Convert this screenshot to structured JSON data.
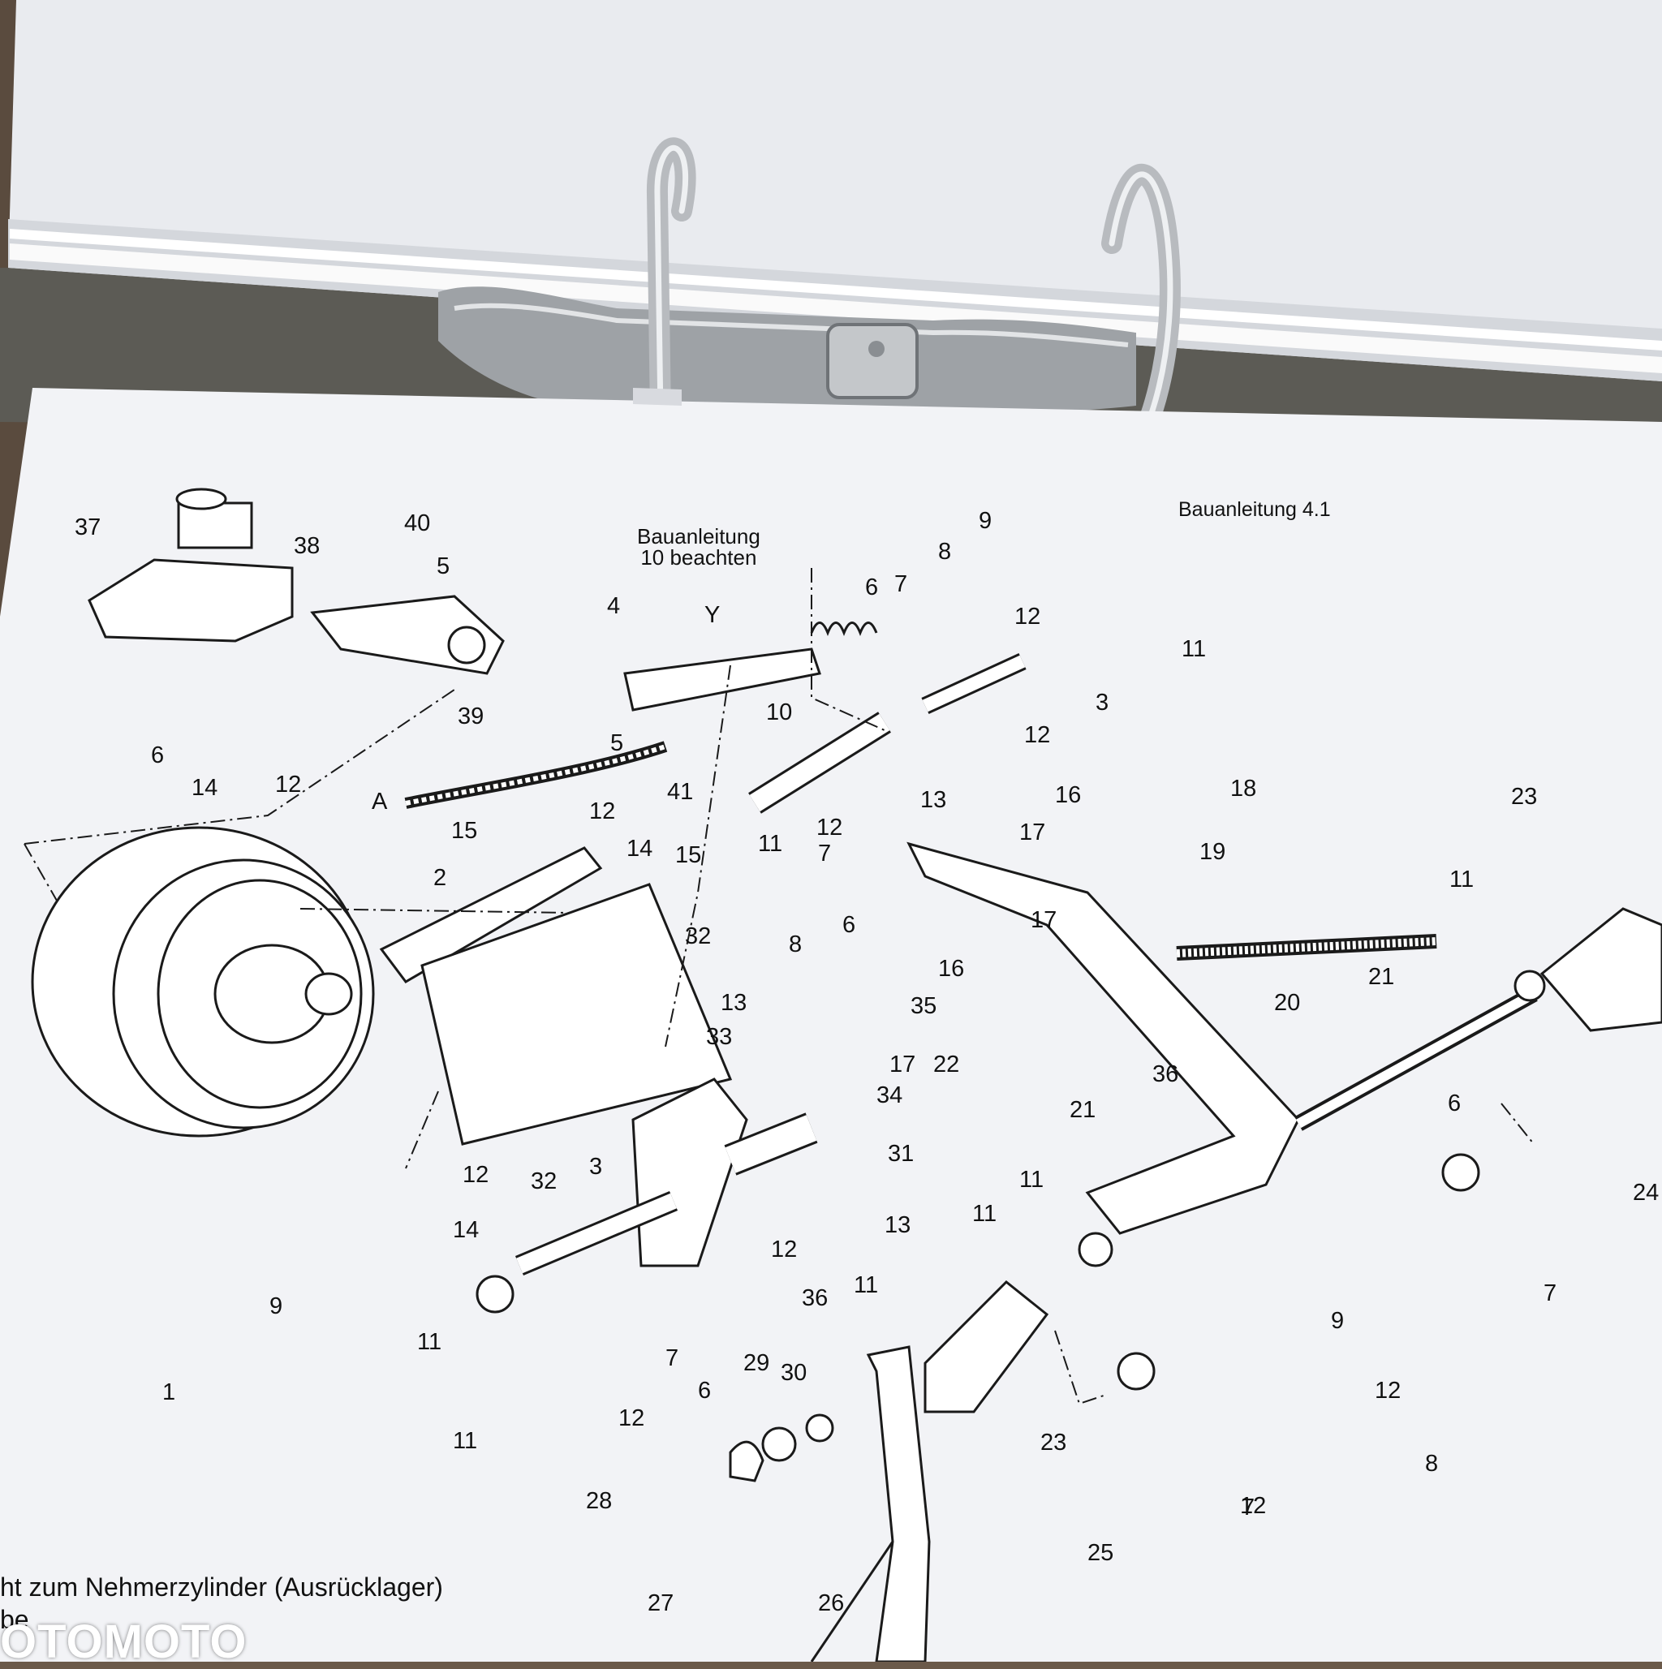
{
  "header_ref": "Bauanleitung 4.1",
  "note": [
    "Bauanleitung",
    "10 beachten"
  ],
  "view_letter": "Y",
  "hose_letter": "A",
  "caption_line1": "ht zum Nehmerzylinder (Ausrücklager)",
  "caption_line2": "be",
  "watermark": "OTOMOTO",
  "callouts": [
    "37",
    "38",
    "40",
    "5",
    "39",
    "6",
    "14",
    "12",
    "A",
    "15",
    "4",
    "Y",
    "9",
    "8",
    "6",
    "7",
    "12",
    "11",
    "3",
    "10",
    "12",
    "5",
    "41",
    "13",
    "11",
    "12",
    "14",
    "15",
    "2",
    "12",
    "7",
    "16",
    "18",
    "23",
    "17",
    "17",
    "19",
    "11",
    "32",
    "8",
    "6",
    "16",
    "21",
    "13",
    "35",
    "17",
    "22",
    "33",
    "36",
    "34",
    "21",
    "20",
    "6",
    "32",
    "3",
    "31",
    "12",
    "14",
    "13",
    "11",
    "11",
    "12",
    "9",
    "11",
    "7",
    "6",
    "36",
    "11",
    "29",
    "30",
    "23",
    "9",
    "12",
    "8",
    "7",
    "12",
    "28",
    "7",
    "25",
    "27",
    "26",
    "1",
    "24"
  ]
}
